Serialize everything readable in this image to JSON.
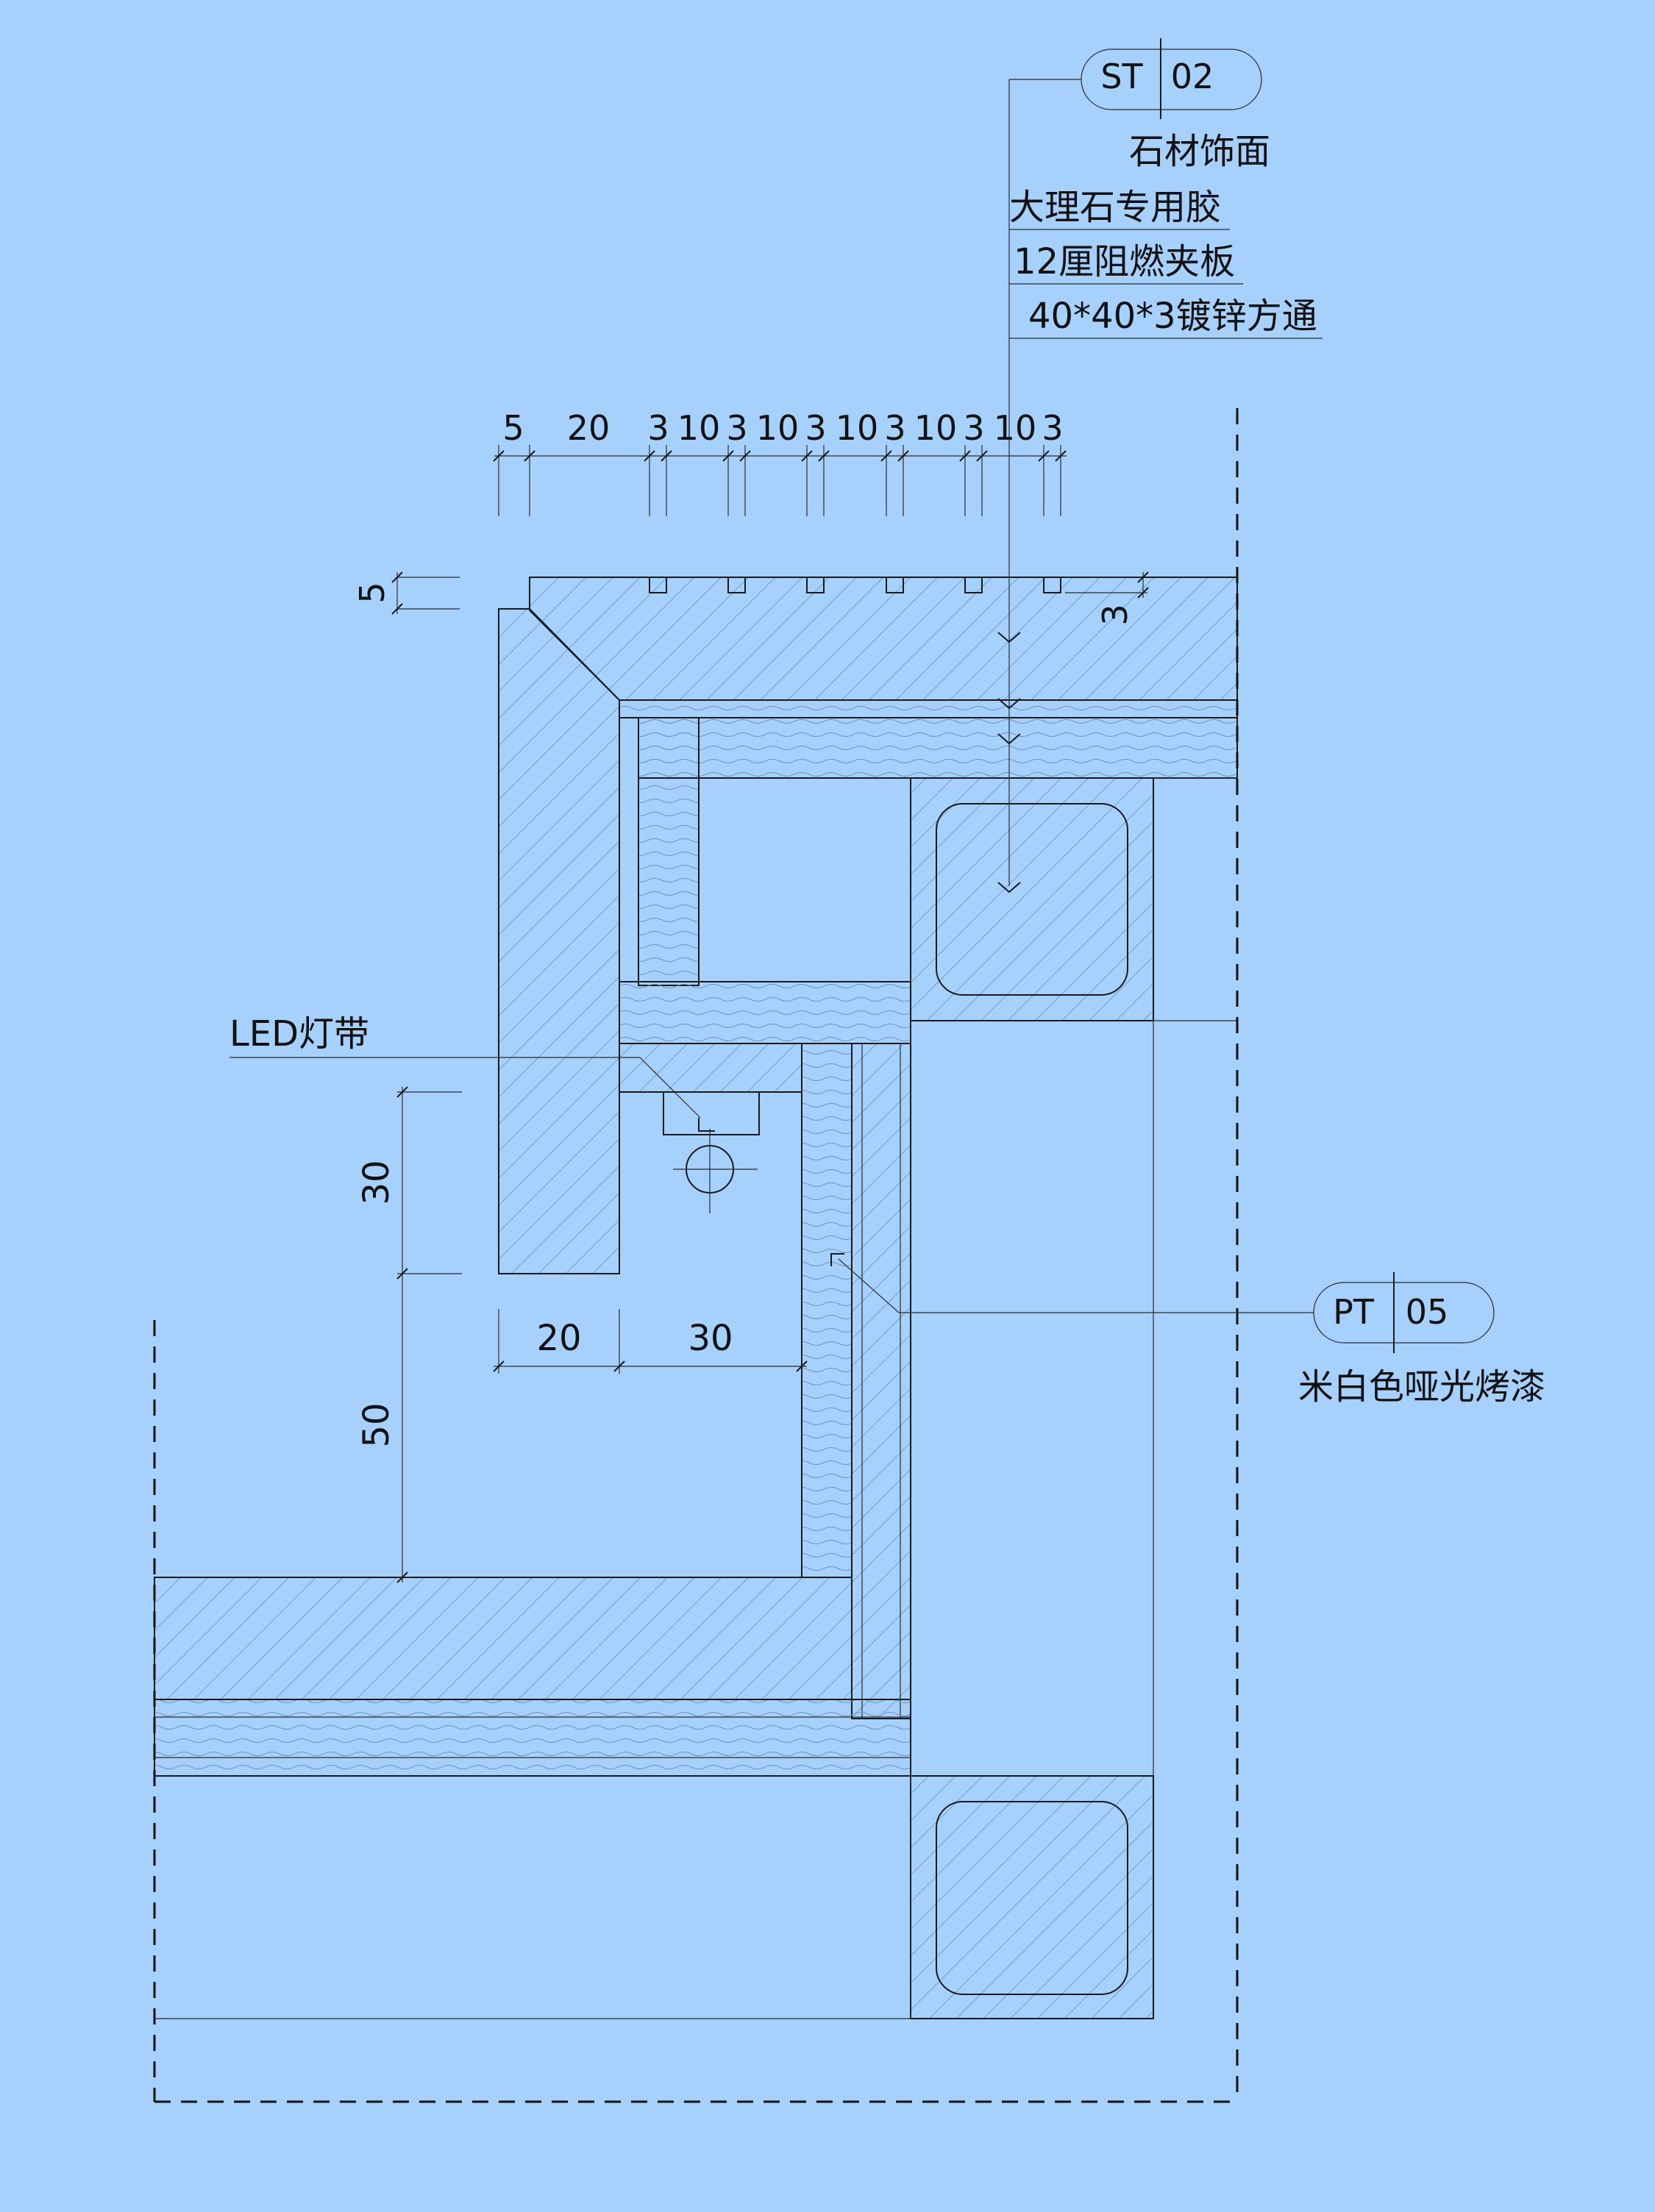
{
  "tags": {
    "top": {
      "code": "ST",
      "number": "02"
    },
    "right": {
      "code": "PT",
      "number": "05"
    }
  },
  "layers": [
    "石材饰面",
    "大理石专用胶",
    "12厘阻燃夹板",
    "40*40*3镀锌方通"
  ],
  "led_label": "LED灯带",
  "finish_label": "米白色哑光烤漆",
  "dims": {
    "top": [
      "5",
      "20",
      "3",
      "10",
      "3",
      "10",
      "3",
      "10",
      "3",
      "10",
      "3",
      "10",
      "3"
    ],
    "left_top": "5",
    "right_groove": "3",
    "vertical": [
      "30",
      "50"
    ],
    "horizontal": [
      "20",
      "30"
    ]
  }
}
